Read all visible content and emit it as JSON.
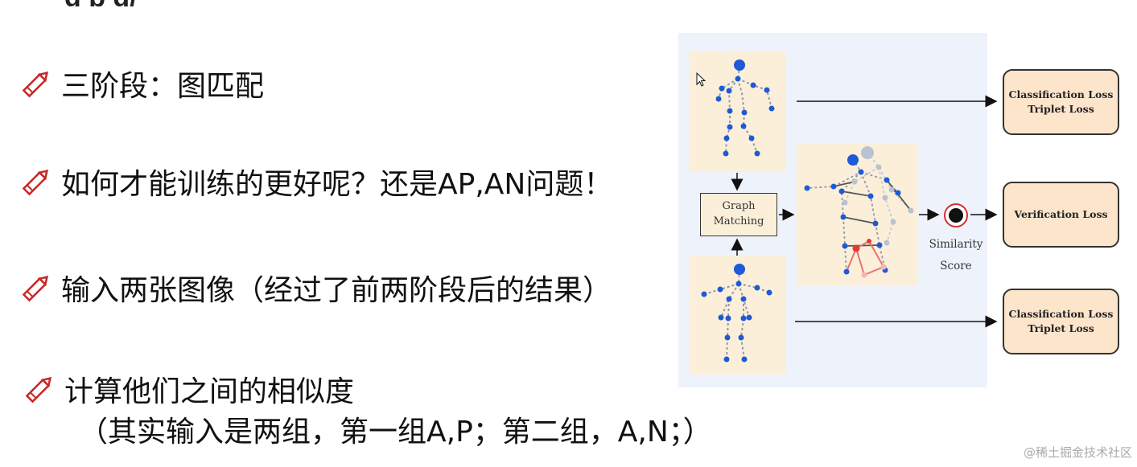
{
  "bullets": [
    {
      "text": "三阶段：图匹配"
    },
    {
      "text": "如何才能训练的更好呢？还是AP,AN问题！"
    },
    {
      "text": "输入两张图像（经过了前两阶段后的结果）"
    },
    {
      "text": "计算他们之间的相似度",
      "sub": "（其实输入是两组，第一组A,P；第二组，A,N；）"
    }
  ],
  "diagram": {
    "graph_matching": [
      "Graph",
      "Matching"
    ],
    "similarity": [
      "Similarity",
      "Score"
    ],
    "top_loss": [
      "Classification Loss",
      "Triplet Loss"
    ],
    "middle_loss": [
      "Verification Loss"
    ],
    "bottom_loss": [
      "Classification Loss",
      "Triplet Loss"
    ]
  },
  "watermark": "@稀土掘金技术社区",
  "colors": {
    "pencil": "#c62828",
    "joint": "#1e5ad6",
    "joint_faded": "#b8c2d2",
    "joint_red": "#e53935",
    "card_bg": "#fbefd9",
    "loss_bg": "#fde5cc",
    "panel_bg": "#eef3fb"
  }
}
